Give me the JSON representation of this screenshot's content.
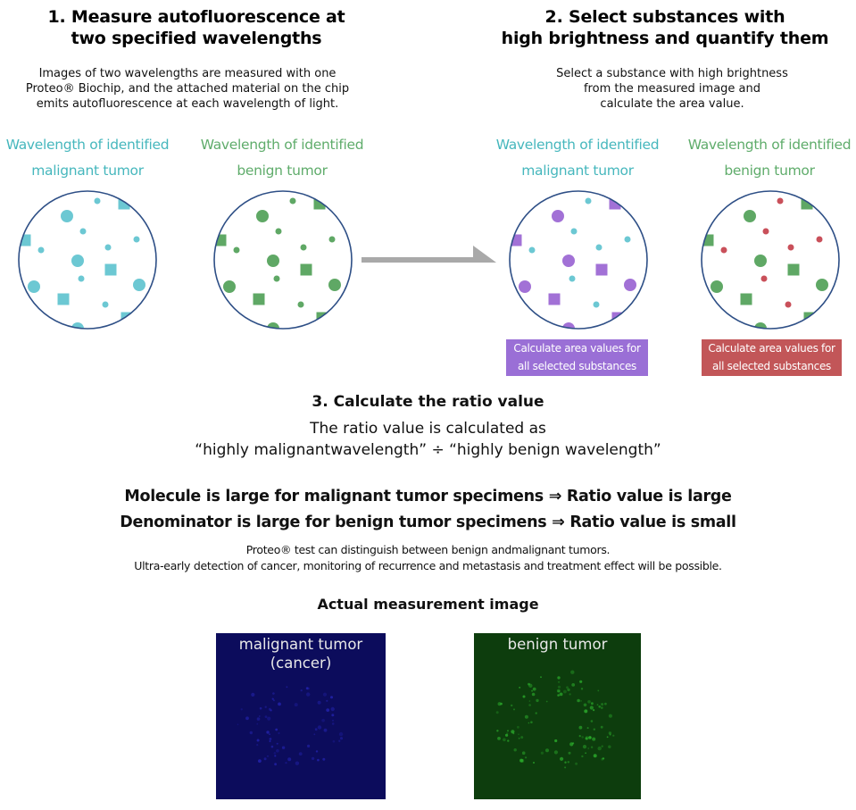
{
  "colors": {
    "malignant_label": "#46b7bd",
    "benign_label": "#5fac6b",
    "malignant_dot": "#6cc8d3",
    "benign_dot": "#5fa865",
    "selected_malignant": "#a271d6",
    "selected_benign_small": "#c9505a",
    "chip_outline": "#2e4f86",
    "arrow": "#a9a9a9",
    "box_purple": "#9a6fd6",
    "box_red": "#c25658",
    "malignant_image_bg": "#0c0c5c",
    "benign_image_bg": "#0d3d0d"
  },
  "step1": {
    "title_line1": "1. Measure autofluorescence at",
    "title_line2": "two specified wavelengths",
    "desc_line1": "Images of two wavelengths are measured with one",
    "desc_line2": "Proteo® Biochip, and the attached material on the chip",
    "desc_line3": "emits autofluorescence at each wavelength of light.",
    "chips": [
      {
        "label_line1": "Wavelength of identified",
        "label_line2": "malignant tumor"
      },
      {
        "label_line1": "Wavelength of identified",
        "label_line2": "benign tumor"
      }
    ]
  },
  "step2": {
    "title_line1": "2. Select substances with",
    "title_line2": "high brightness and quantify them",
    "desc_line1": "Select a substance with high brightness",
    "desc_line2": "from the measured image and",
    "desc_line3": "calculate the area value.",
    "chips": [
      {
        "label_line1": "Wavelength of identified",
        "label_line2": "malignant tumor",
        "box_line1": "Calculate area values for",
        "box_line2": "all selected substances"
      },
      {
        "label_line1": "Wavelength of identified",
        "label_line2": "benign tumor",
        "box_line1": "Calculate area values for",
        "box_line2": "all selected substances"
      }
    ]
  },
  "step3": {
    "title": "3. Calculate the ratio value",
    "desc_line1": "The ratio value is calculated as",
    "desc_line2": "“highly malignantwavelength” ÷ “highly benign wavelength”"
  },
  "conclusion": {
    "line1": "Molecule is large for malignant tumor specimens ⇒ Ratio value is large",
    "line2": "Denominator is large for benign tumor specimens ⇒ Ratio value is small",
    "note_line1": "Proteo® test can distinguish between benign andmalignant tumors.",
    "note_line2": "Ultra-early detection of cancer, monitoring of recurrence and metastasis and treatment effect will be possible."
  },
  "measurement": {
    "title": "Actual measurement image",
    "images": [
      {
        "label_line1": "malignant tumor",
        "label_line2": "(cancer)"
      },
      {
        "label_line1": "benign tumor",
        "label_line2": ""
      }
    ]
  }
}
